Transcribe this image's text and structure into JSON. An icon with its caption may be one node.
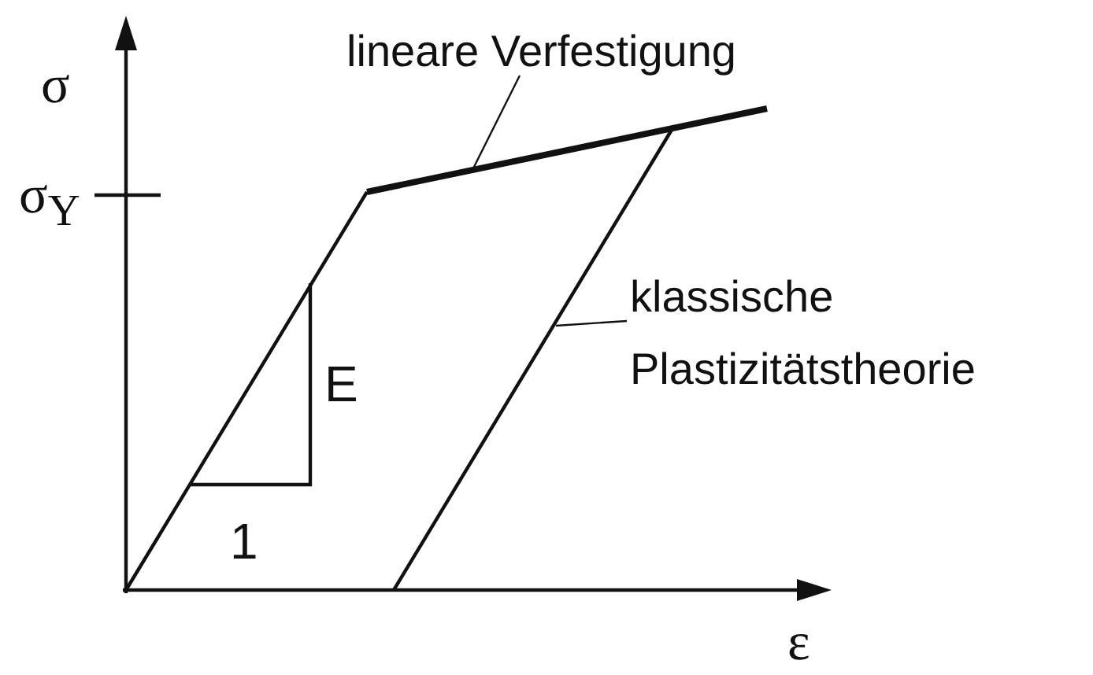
{
  "diagram": {
    "nodes": [
      {
        "text": [
          "lineare Verfestigung"
        ]
      },
      {
        "text": [
          "klassische Plastizitätstheorie"
        ]
      }
    ],
    "edges": [
      {
        "from": 0,
        "to": null,
        "arrow": "none"
      },
      {
        "from": 1,
        "to": null,
        "arrow": "none"
      }
    ],
    "labels": [
      "σ",
      "σ$_{Y}$",
      "E",
      "1",
      "ε"
    ]
  }
}
